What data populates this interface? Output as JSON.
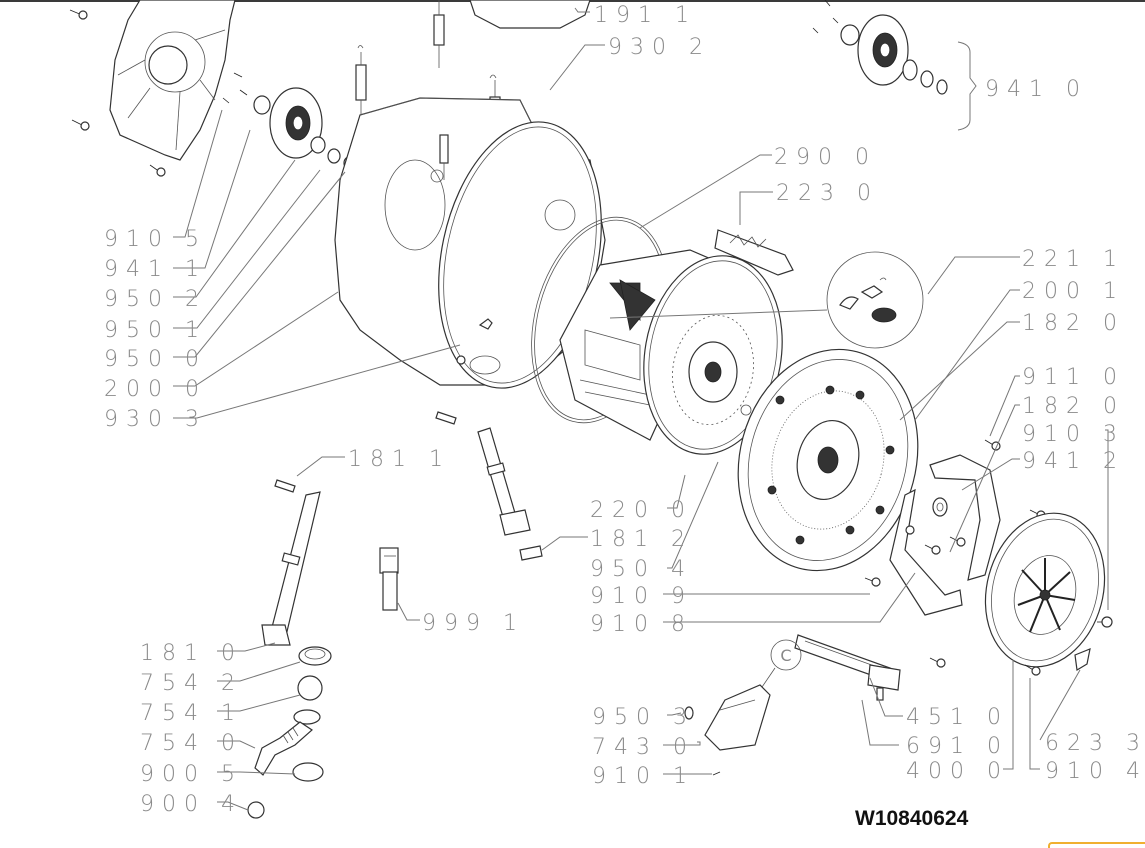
{
  "diagram": {
    "title": "Tub and Basket Assembly",
    "model_number": "W10840624",
    "labels": [
      {
        "id": "l-191-1",
        "text": "191 1"
      },
      {
        "id": "l-930-2",
        "text": "930 2"
      },
      {
        "id": "l-941-0",
        "text": "941 0"
      },
      {
        "id": "l-910-5",
        "text": "910 5"
      },
      {
        "id": "l-941-1",
        "text": "941 1"
      },
      {
        "id": "l-950-2",
        "text": "950 2"
      },
      {
        "id": "l-950-1",
        "text": "950 1"
      },
      {
        "id": "l-950-0",
        "text": "950 0"
      },
      {
        "id": "l-200-0",
        "text": "200 0"
      },
      {
        "id": "l-930-3",
        "text": "930 3"
      },
      {
        "id": "l-290-0",
        "text": "290 0"
      },
      {
        "id": "l-223-0",
        "text": "223 0"
      },
      {
        "id": "l-221-1",
        "text": "221 1"
      },
      {
        "id": "l-200-1",
        "text": "200 1"
      },
      {
        "id": "l-182-0a",
        "text": "182 0"
      },
      {
        "id": "l-911-0",
        "text": "911 0"
      },
      {
        "id": "l-182-0b",
        "text": "182 0"
      },
      {
        "id": "l-910-3",
        "text": "910 3"
      },
      {
        "id": "l-941-2",
        "text": "941 2"
      },
      {
        "id": "l-181-1",
        "text": "181 1"
      },
      {
        "id": "l-220-0",
        "text": "220 0"
      },
      {
        "id": "l-181-2",
        "text": "181 2"
      },
      {
        "id": "l-950-4",
        "text": "950 4"
      },
      {
        "id": "l-910-9",
        "text": "910 9"
      },
      {
        "id": "l-910-8",
        "text": "910 8"
      },
      {
        "id": "l-999-1",
        "text": "999 1"
      },
      {
        "id": "l-181-0",
        "text": "181 0"
      },
      {
        "id": "l-754-2",
        "text": "754 2"
      },
      {
        "id": "l-754-1",
        "text": "754 1"
      },
      {
        "id": "l-754-0",
        "text": "754 0"
      },
      {
        "id": "l-900-5",
        "text": "900 5"
      },
      {
        "id": "l-900-4",
        "text": "900 4"
      },
      {
        "id": "l-950-3",
        "text": "950 3"
      },
      {
        "id": "l-743-0",
        "text": "743 0"
      },
      {
        "id": "l-910-1",
        "text": "910 1"
      },
      {
        "id": "l-451-0",
        "text": "451 0"
      },
      {
        "id": "l-691-0",
        "text": "691 0"
      },
      {
        "id": "l-400-0",
        "text": "400 0"
      },
      {
        "id": "l-623-3",
        "text": "623 3"
      },
      {
        "id": "l-910-4",
        "text": "910 4"
      }
    ],
    "callout_c": "C"
  }
}
